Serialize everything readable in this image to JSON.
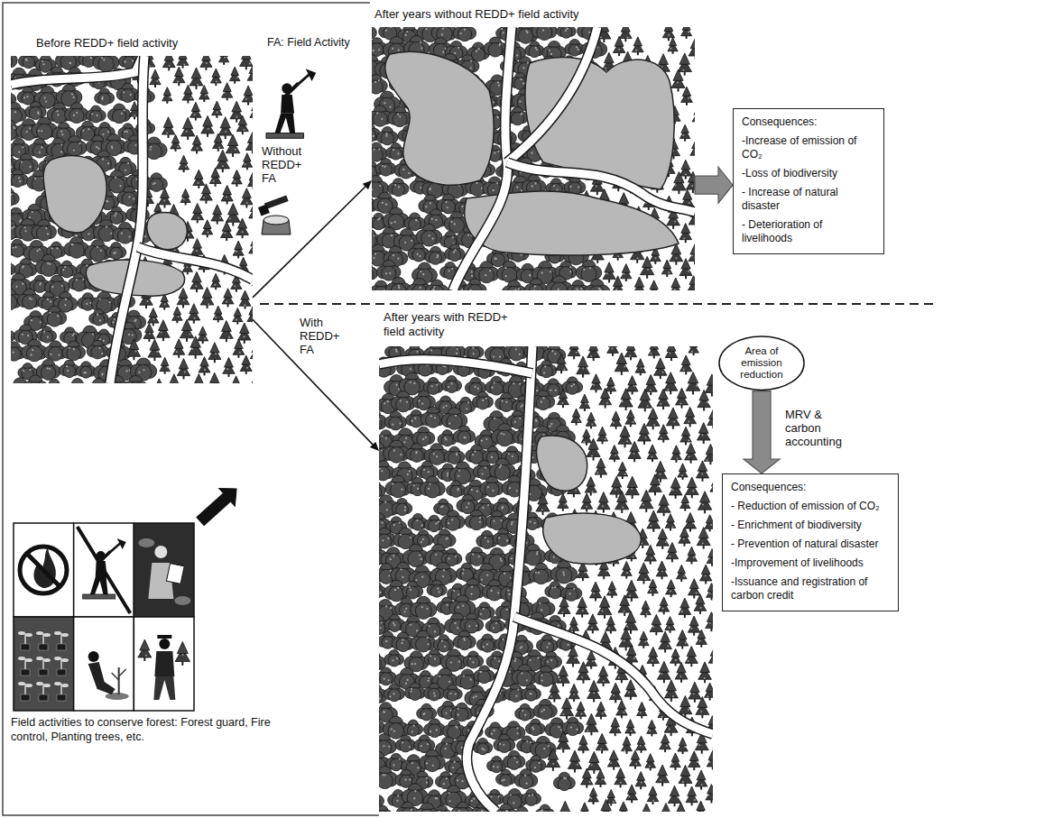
{
  "diagram": {
    "nodes": [
      {
        "text": [
          "Before REDD+ field activity"
        ]
      },
      {
        "text": [
          "After years without REDD+ field activity"
        ]
      },
      {
        "text": [
          "Consequences:",
          "-Increase of emission of CO₂",
          "-Loss of biodiversity",
          "- Increase of natural disaster",
          "- Deterioration of livelihoods"
        ]
      },
      {
        "text": [
          "After years with REDD+ field activity"
        ]
      },
      {
        "text": [
          "Area of emission reduction"
        ]
      },
      {
        "text": [
          "Consequences:",
          "- Reduction of emission of CO₂",
          "- Enrichment of biodiversity",
          "- Prevention of natural disaster",
          "-Improvement of livelihoods",
          "-Issuance and registration of carbon credit"
        ]
      },
      {
        "text": [
          "Field activities to conserve forest: Forest guard, Fire control, Planting trees, etc."
        ]
      }
    ],
    "edges": [
      {
        "from": 0,
        "to": 1,
        "arrow": "to",
        "label": "Without REDD+ FA"
      },
      {
        "from": 0,
        "to": 3,
        "arrow": "to",
        "label": "With REDD+ FA"
      },
      {
        "from": 1,
        "to": 2,
        "arrow": "to"
      },
      {
        "from": 4,
        "to": 5,
        "arrow": "to",
        "label": "MRV & carbon accounting"
      }
    ],
    "labels": [
      "FA: Field Activity"
    ]
  }
}
